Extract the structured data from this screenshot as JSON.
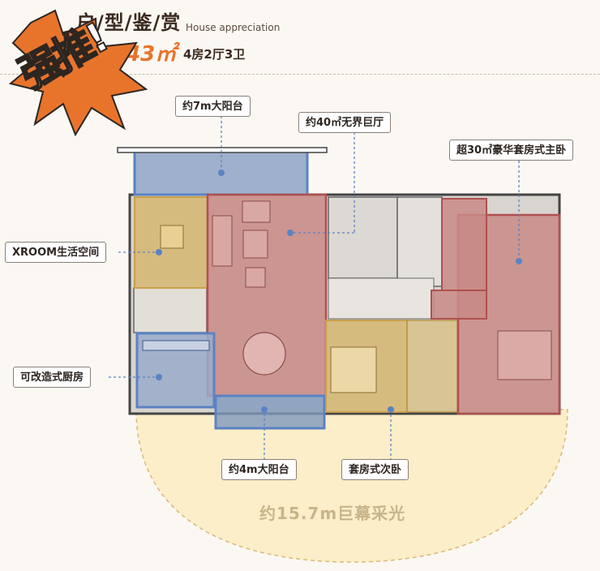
{
  "header": {
    "title": "户/型/鉴/赏",
    "subtitle_en": "House appreciation",
    "area": "143㎡",
    "layout": "4房2厅3卫"
  },
  "stamp": {
    "text": "强推!"
  },
  "callouts": {
    "balcony_7m": "约7m大阳台",
    "living_room": "约40㎡无界巨厅",
    "master_bedroom": "超30㎡豪华套房式主卧",
    "xroom": "XROOM生活空间",
    "kitchen": "可改造式厨房",
    "balcony_4m": "约4m大阳台",
    "second_bedroom": "套房式次卧"
  },
  "sunlight_caption": "约15.7m巨幕采光",
  "colors": {
    "blue_zone": "#5b82c4",
    "red_zone": "#c05a5a",
    "yellow_zone": "#d6a84a",
    "sun_area": "#fbeec8",
    "accent_orange": "#e8742c"
  }
}
